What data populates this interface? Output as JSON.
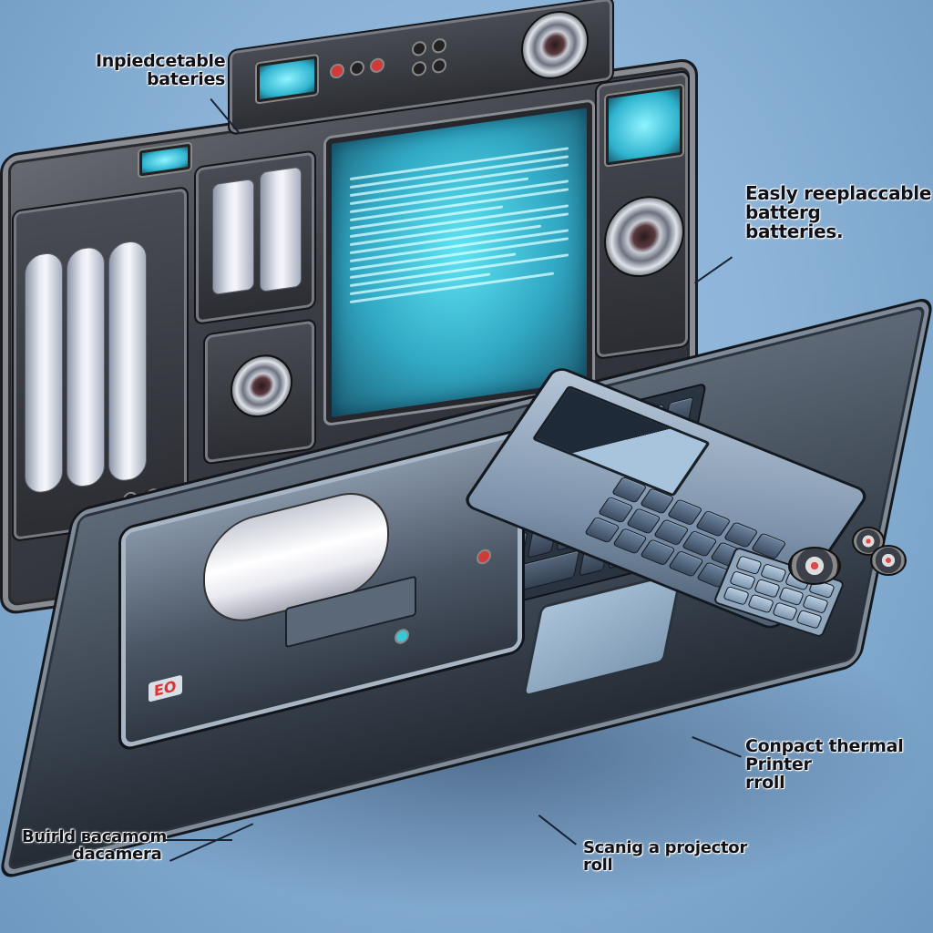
{
  "illustration": {
    "subject": "Futuristic rugged portable field computer",
    "background_color": "#8db5d9",
    "screen_glow_color": "#3fc6dc",
    "accent_red": "#d23a3a"
  },
  "callouts": [
    {
      "id": "top-left",
      "lines": [
        "Inpiedcetable",
        "bateries"
      ]
    },
    {
      "id": "right-upper",
      "lines": [
        "Easly reeplaccable",
        "batterg",
        "batteries."
      ]
    },
    {
      "id": "right-lower",
      "lines": [
        "Conpact thermal",
        "Printer",
        "rroll"
      ]
    },
    {
      "id": "bottom-left",
      "lines": [
        "Buirld ʙacamom",
        "dacamera"
      ]
    },
    {
      "id": "bottom-center",
      "lines": [
        "Scanig a projector",
        "roll"
      ]
    }
  ],
  "device": {
    "printer_badge": "EO",
    "main_screen_line_count": 16
  }
}
